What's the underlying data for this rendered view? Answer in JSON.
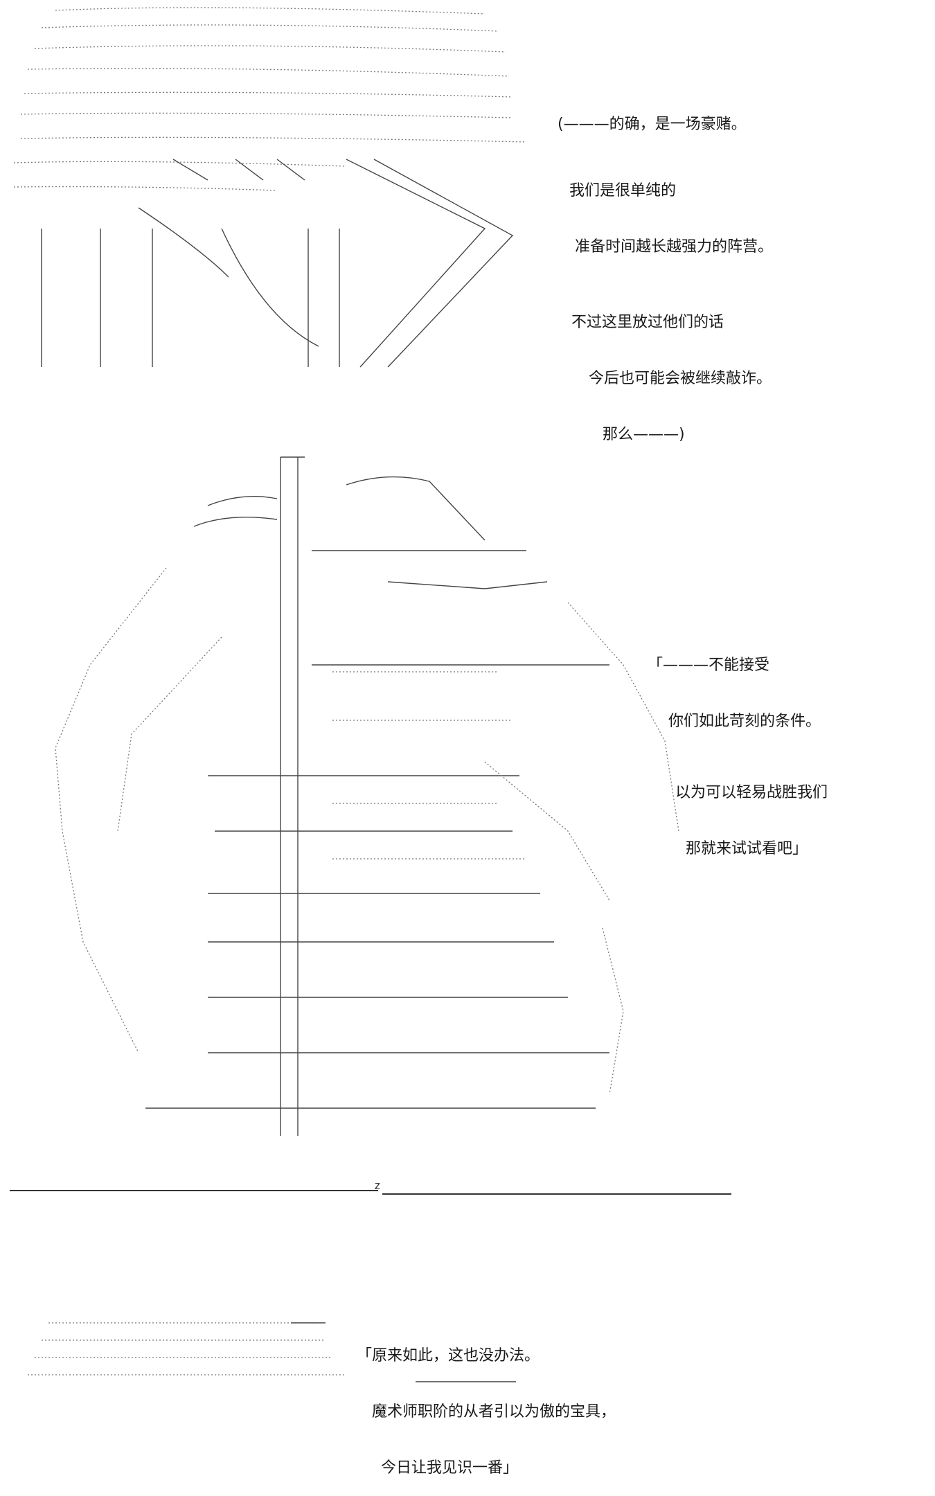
{
  "panel1": {
    "lines": [
      "(———的确，是一场豪赌。",
      "我们是很单纯的",
      "准备时间越长越强力的阵营。",
      "不过这里放过他们的话",
      "今后也可能会被继续敲诈。",
      "那么———)"
    ]
  },
  "panel2": {
    "lines": [
      "「———不能接受",
      "你们如此苛刻的条件。",
      "以为可以轻易战胜我们",
      "那就来试试看吧」"
    ]
  },
  "panel3": {
    "lines": [
      "「原来如此，这也没办法。",
      "魔术师职阶的从者引以为傲的宝具，",
      "今日让我见识一番」"
    ]
  },
  "divider_mark": "z"
}
